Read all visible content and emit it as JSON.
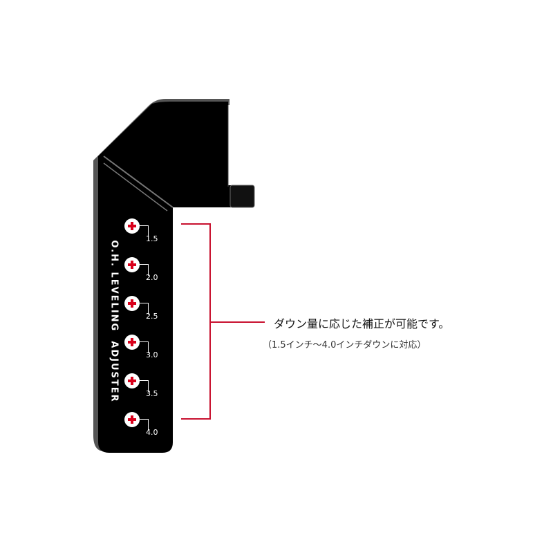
{
  "device": {
    "label": "O.H. LEVELING  ADJUSTER",
    "positions": [
      "1.5",
      "2.0",
      "2.5",
      "3.0",
      "3.5",
      "4.0"
    ],
    "body_color": "#000000",
    "edge_color": "#555555",
    "screw_color": "#ffffff",
    "cross_color": "#d9001b"
  },
  "callout": {
    "line_color": "#c8102e",
    "main_text": "ダウン量に応じた補正が可能です。",
    "sub_text": "（1.5インチ〜4.0インチダウンに対応）"
  }
}
